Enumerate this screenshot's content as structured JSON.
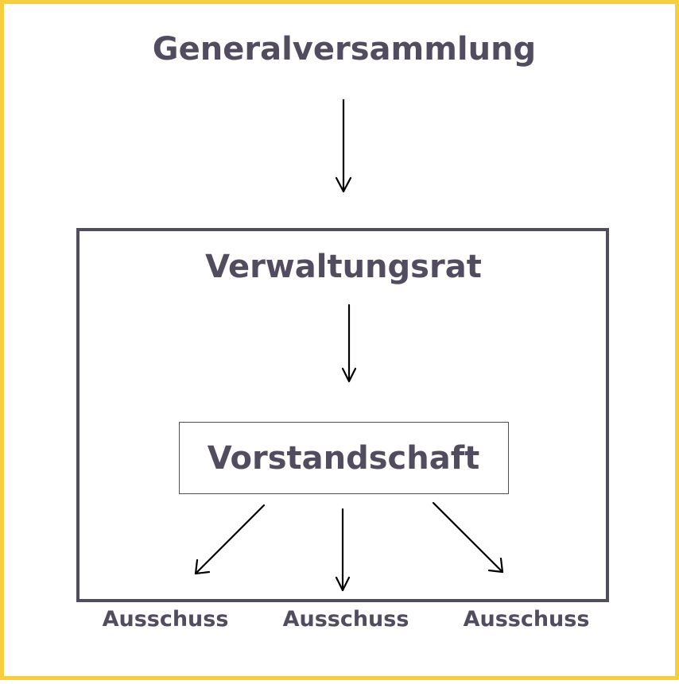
{
  "diagram": {
    "top_node": {
      "label": "Generalversammlung"
    },
    "middle_node": {
      "label": "Verwaltungsrat"
    },
    "inner_node": {
      "label": "Vorstandschaft"
    },
    "leaf_nodes": [
      {
        "label": "Ausschuss"
      },
      {
        "label": "Ausschuss"
      },
      {
        "label": "Ausschuss"
      }
    ],
    "colors": {
      "frame_border": "#f7ce3e",
      "node_text": "#524c5f",
      "box_border": "#524c5f",
      "arrow": "#000000",
      "background": "#ffffff"
    }
  }
}
